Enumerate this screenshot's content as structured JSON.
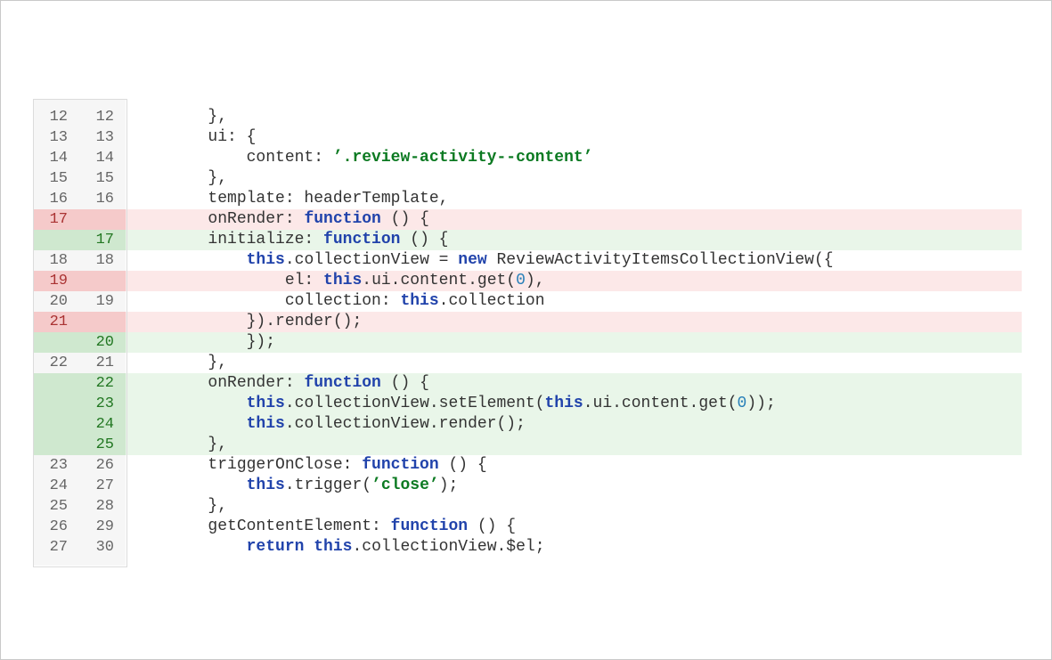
{
  "diff": {
    "colors": {
      "keyword": "#2143ab",
      "string": "#0c7a22",
      "number": "#2980b9",
      "gutter_bg": "#f6f6f6",
      "gutter_border": "#dcdcdc",
      "removed_row_bg": "#fce8e8",
      "removed_gutter_bg": "#f5caca",
      "removed_num": "#aa3333",
      "added_row_bg": "#e9f6e9",
      "added_gutter_bg": "#cfe8cf",
      "added_num": "#227722"
    },
    "lines": [
      {
        "type": "context",
        "old": "12",
        "new": "12",
        "segments": [
          {
            "c": "p",
            "t": "        },"
          }
        ]
      },
      {
        "type": "context",
        "old": "13",
        "new": "13",
        "segments": [
          {
            "c": "p",
            "t": "        ui: {"
          }
        ]
      },
      {
        "type": "context",
        "old": "14",
        "new": "14",
        "segments": [
          {
            "c": "p",
            "t": "            content: "
          },
          {
            "c": "s",
            "t": "’.review-activity--content’"
          }
        ]
      },
      {
        "type": "context",
        "old": "15",
        "new": "15",
        "segments": [
          {
            "c": "p",
            "t": "        },"
          }
        ]
      },
      {
        "type": "context",
        "old": "16",
        "new": "16",
        "segments": [
          {
            "c": "p",
            "t": "        template: headerTemplate,"
          }
        ]
      },
      {
        "type": "removed",
        "old": "17",
        "new": "",
        "segments": [
          {
            "c": "p",
            "t": "        onRender: "
          },
          {
            "c": "k",
            "t": "function"
          },
          {
            "c": "p",
            "t": " () {"
          }
        ]
      },
      {
        "type": "added",
        "old": "",
        "new": "17",
        "segments": [
          {
            "c": "p",
            "t": "        initialize: "
          },
          {
            "c": "k",
            "t": "function"
          },
          {
            "c": "p",
            "t": " () {"
          }
        ]
      },
      {
        "type": "context",
        "old": "18",
        "new": "18",
        "segments": [
          {
            "c": "p",
            "t": "            "
          },
          {
            "c": "k",
            "t": "this"
          },
          {
            "c": "p",
            "t": ".collectionView = "
          },
          {
            "c": "k",
            "t": "new"
          },
          {
            "c": "p",
            "t": " ReviewActivityItemsCollectionView({"
          }
        ]
      },
      {
        "type": "removed",
        "old": "19",
        "new": "",
        "segments": [
          {
            "c": "p",
            "t": "                el: "
          },
          {
            "c": "k",
            "t": "this"
          },
          {
            "c": "p",
            "t": ".ui.content.get("
          },
          {
            "c": "n",
            "t": "0"
          },
          {
            "c": "p",
            "t": "),"
          }
        ]
      },
      {
        "type": "context",
        "old": "20",
        "new": "19",
        "segments": [
          {
            "c": "p",
            "t": "                collection: "
          },
          {
            "c": "k",
            "t": "this"
          },
          {
            "c": "p",
            "t": ".collection"
          }
        ]
      },
      {
        "type": "removed",
        "old": "21",
        "new": "",
        "segments": [
          {
            "c": "p",
            "t": "            }).render();"
          }
        ]
      },
      {
        "type": "added",
        "old": "",
        "new": "20",
        "segments": [
          {
            "c": "p",
            "t": "            });"
          }
        ]
      },
      {
        "type": "context",
        "old": "22",
        "new": "21",
        "segments": [
          {
            "c": "p",
            "t": "        },"
          }
        ]
      },
      {
        "type": "added",
        "old": "",
        "new": "22",
        "segments": [
          {
            "c": "p",
            "t": "        onRender: "
          },
          {
            "c": "k",
            "t": "function"
          },
          {
            "c": "p",
            "t": " () {"
          }
        ]
      },
      {
        "type": "added",
        "old": "",
        "new": "23",
        "segments": [
          {
            "c": "p",
            "t": "            "
          },
          {
            "c": "k",
            "t": "this"
          },
          {
            "c": "p",
            "t": ".collectionView.setElement("
          },
          {
            "c": "k",
            "t": "this"
          },
          {
            "c": "p",
            "t": ".ui.content.get("
          },
          {
            "c": "n",
            "t": "0"
          },
          {
            "c": "p",
            "t": "));"
          }
        ]
      },
      {
        "type": "added",
        "old": "",
        "new": "24",
        "segments": [
          {
            "c": "p",
            "t": "            "
          },
          {
            "c": "k",
            "t": "this"
          },
          {
            "c": "p",
            "t": ".collectionView.render();"
          }
        ]
      },
      {
        "type": "added",
        "old": "",
        "new": "25",
        "segments": [
          {
            "c": "p",
            "t": "        },"
          }
        ]
      },
      {
        "type": "context",
        "old": "23",
        "new": "26",
        "segments": [
          {
            "c": "p",
            "t": "        triggerOnClose: "
          },
          {
            "c": "k",
            "t": "function"
          },
          {
            "c": "p",
            "t": " () {"
          }
        ]
      },
      {
        "type": "context",
        "old": "24",
        "new": "27",
        "segments": [
          {
            "c": "p",
            "t": "            "
          },
          {
            "c": "k",
            "t": "this"
          },
          {
            "c": "p",
            "t": ".trigger("
          },
          {
            "c": "s",
            "t": "’close’"
          },
          {
            "c": "p",
            "t": ");"
          }
        ]
      },
      {
        "type": "context",
        "old": "25",
        "new": "28",
        "segments": [
          {
            "c": "p",
            "t": "        },"
          }
        ]
      },
      {
        "type": "context",
        "old": "26",
        "new": "29",
        "segments": [
          {
            "c": "p",
            "t": "        getContentElement: "
          },
          {
            "c": "k",
            "t": "function"
          },
          {
            "c": "p",
            "t": " () {"
          }
        ]
      },
      {
        "type": "context",
        "old": "27",
        "new": "30",
        "segments": [
          {
            "c": "p",
            "t": "            "
          },
          {
            "c": "k",
            "t": "return"
          },
          {
            "c": "p",
            "t": " "
          },
          {
            "c": "k",
            "t": "this"
          },
          {
            "c": "p",
            "t": ".collectionView.$el;"
          }
        ]
      }
    ]
  }
}
